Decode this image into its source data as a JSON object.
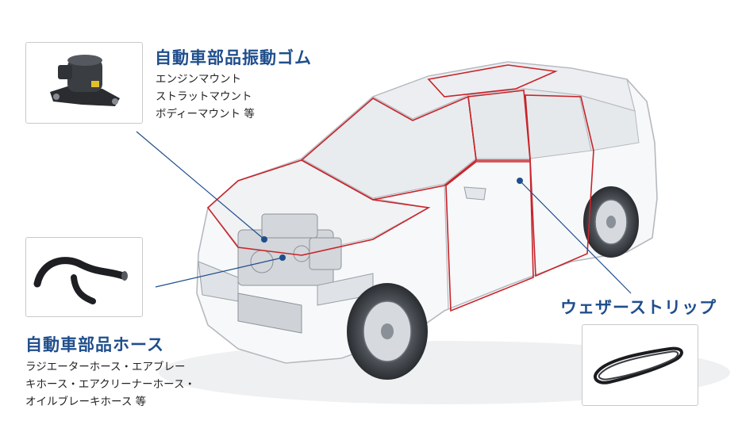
{
  "colors": {
    "title": "#1f4e8c",
    "leader_line": "#1f4e8c",
    "seal_outline": "#c8242a",
    "car_line": "#b5b9bf"
  },
  "rubber": {
    "title": "自動車部品振動ゴム",
    "items": [
      "エンジンマウント",
      "ストラットマウント",
      "ボディーマウント 等"
    ],
    "image_icon": "engine-mount-icon"
  },
  "hose": {
    "title": "自動車部品ホース",
    "items": [
      "ラジエーターホース・エアブレー",
      "キホース・エアクリーナーホース・",
      "オイルブレーキホース 等"
    ],
    "image_icon": "rubber-hose-icon"
  },
  "weather": {
    "title": "ウェザーストリップ",
    "image_icon": "weather-strip-icon"
  }
}
